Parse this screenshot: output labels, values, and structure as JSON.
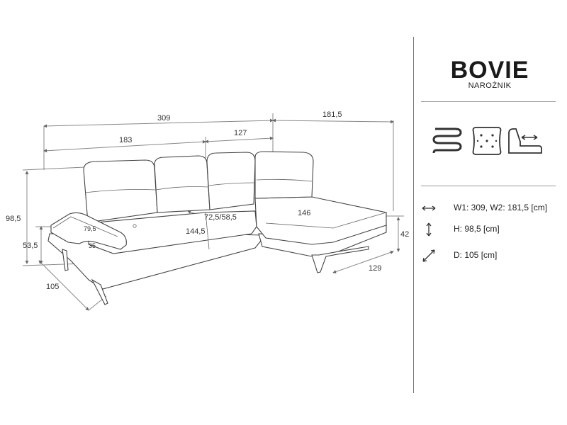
{
  "product": {
    "name": "BOVIE",
    "type": "NAROŻNIK"
  },
  "dimensions": {
    "total_width": "309",
    "corner_width": "181,5",
    "seat_section_width": "183",
    "middle_section_width": "127",
    "height": "98,5",
    "seat_height": "53,5",
    "depth": "105",
    "armrest_length": "79,5",
    "armrest_width": "35",
    "seat_depth": "72,5/58,5",
    "seat_width": "144,5",
    "chaise_length": "146",
    "chaise_depth": "129",
    "chaise_seat_height": "42"
  },
  "features": [
    {
      "icon": "spring-icon"
    },
    {
      "icon": "quilted-cushion-icon"
    },
    {
      "icon": "adjustable-headrest-icon"
    }
  ],
  "specs": [
    {
      "icon": "width-arrow-icon",
      "text": "W1: 309, W2: 181,5 [cm]"
    },
    {
      "icon": "height-arrow-icon",
      "text": "H: 98,5 [cm]"
    },
    {
      "icon": "depth-arrow-icon",
      "text": "D: 105 [cm]"
    }
  ]
}
